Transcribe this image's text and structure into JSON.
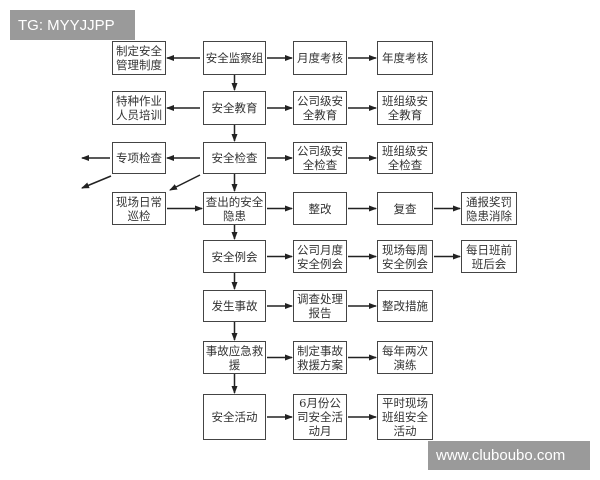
{
  "watermarks": {
    "top_left": "TG: MYYJJPP",
    "bottom_right": "www.cluboubo.com"
  },
  "boxes": {
    "r1_left": "制定安全\n管理制度",
    "r1_main": "安全监察组",
    "r1_c3": "月度考核",
    "r1_c4": "年度考核",
    "r2_left": "特种作业\n人员培训",
    "r2_main": "安全教育",
    "r2_c3": "公司级安\n全教育",
    "r2_c4": "班组级安\n全教育",
    "r3_left": "专项检查",
    "r3_main": "安全检查",
    "r3_c3": "公司级安\n全检查",
    "r3_c4": "班组级安\n全检查",
    "r4_left": "现场日常\n巡检",
    "r4_main": "查出的安全\n隐患",
    "r4_c3": "整改",
    "r4_c4": "复查",
    "r4_c5": "通报奖罚\n隐患消除",
    "r5_main": "安全例会",
    "r5_c3": "公司月度\n安全例会",
    "r5_c4": "现场每周\n安全例会",
    "r5_c5": "每日班前\n班后会",
    "r6_main": "发生事故",
    "r6_c3": "调查处理\n报告",
    "r6_c4": "整改措施",
    "r7_main": "事故应急救\n援",
    "r7_c3": "制定事故\n救援方案",
    "r7_c4": "每年两次\n演练",
    "r8_main": "安全活动",
    "r8_c3": "6月份公\n司安全活\n动月",
    "r8_c4": "平时现场\n班组安全\n活动"
  }
}
